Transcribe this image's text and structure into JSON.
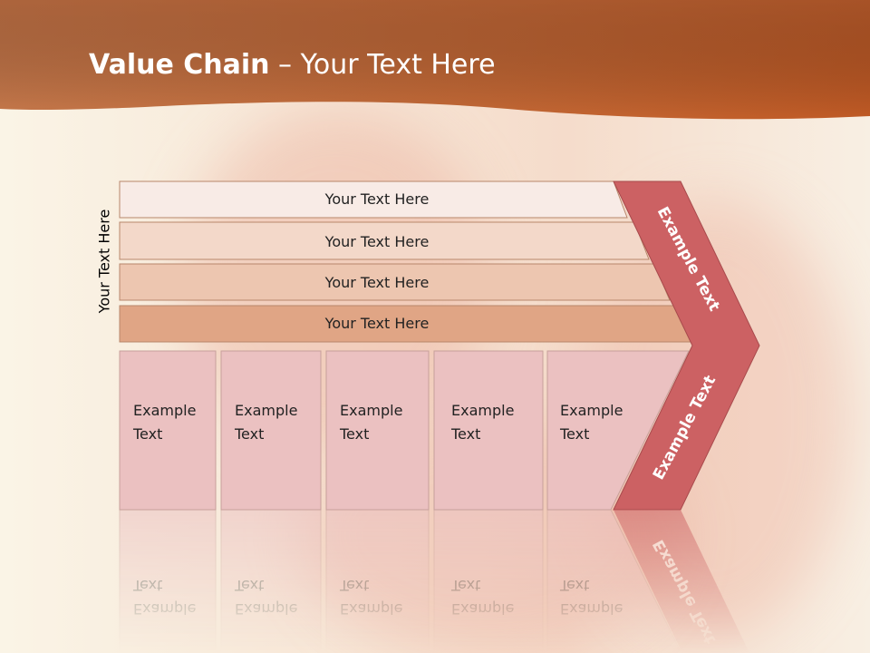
{
  "slide": {
    "title_bold": "Value Chain",
    "title_rest": " – Your Text Here",
    "side_label": "Your Text Here"
  },
  "bands": [
    {
      "label": "Your Text Here",
      "fill": "#f8ebe6"
    },
    {
      "label": "Your Text Here",
      "fill": "#f3d8c9"
    },
    {
      "label": "Your Text Here",
      "fill": "#edc6b0"
    },
    {
      "label": "Your Text Here",
      "fill": "#e0a585"
    }
  ],
  "boxes": [
    {
      "line1": "Example",
      "line2": "Text"
    },
    {
      "line1": "Example",
      "line2": "Text"
    },
    {
      "line1": "Example",
      "line2": "Text"
    },
    {
      "line1": "Example",
      "line2": "Text"
    },
    {
      "line1": "Example",
      "line2": "Text"
    }
  ],
  "chevron": {
    "upper_label": "Example Text",
    "lower_label": "Example Text",
    "fill": "#cc6163"
  },
  "colors": {
    "banner": "#c8703e",
    "box_fill": "#ebc1c1",
    "box_border": "#c7a09a",
    "band_border": "#b8876b"
  }
}
